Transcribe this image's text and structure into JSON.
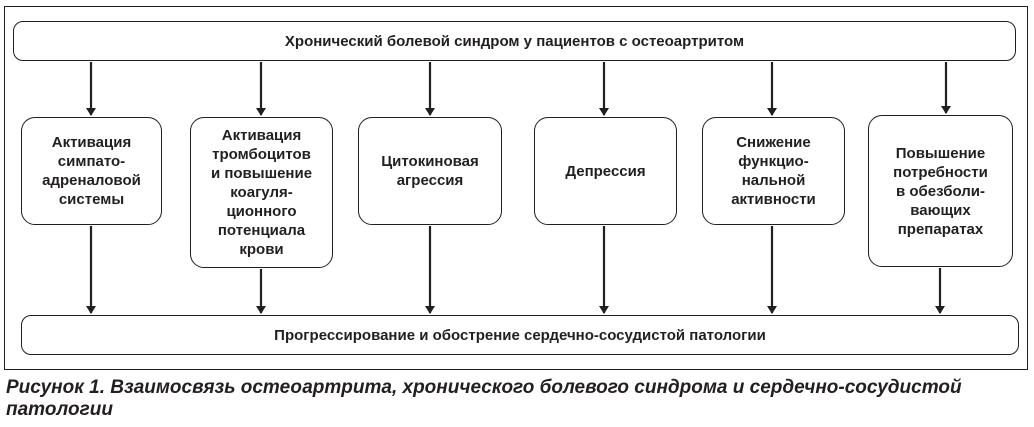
{
  "diagram": {
    "top": "Хронический болевой синдром у пациентов с остеоартритом",
    "bottom": "Прогрессирование и обострение сердечно-сосудистой патологии",
    "middle": [
      "Активация\nсимпато-\nадреналовой\nсистемы",
      "Активация\nтромбоцитов\nи повышение\nкоагуля-\nционного\nпотенциала\nкрови",
      "Цитокиновая\nагрессия",
      "Депрессия",
      "Снижение\nфункцио-\nнальной\nактивности",
      "Повышение\nпотребности\nв обезболи-\nвающих\nпрепаратах"
    ]
  },
  "caption": "Рисунок 1. Взаимосвязь остеоартрита, хронического болевого синдрома и сердечно-сосудистой патологии"
}
